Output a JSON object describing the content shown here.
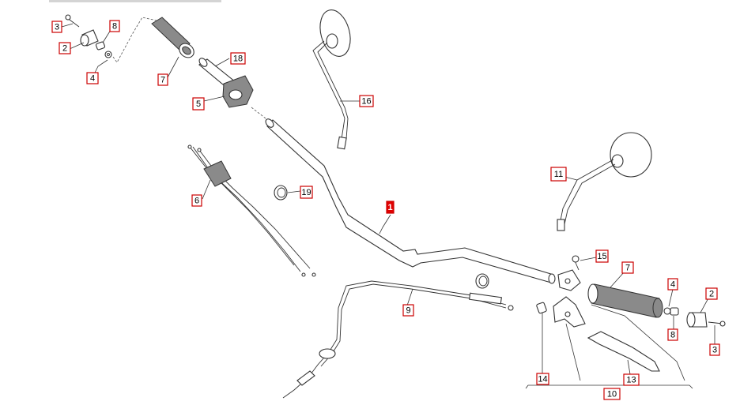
{
  "callouts": [
    {
      "id": "p1",
      "text": "1",
      "active": true
    },
    {
      "id": "p2-left",
      "text": "2",
      "active": false
    },
    {
      "id": "p2-right",
      "text": "2",
      "active": false
    },
    {
      "id": "p3-left",
      "text": "3",
      "active": false
    },
    {
      "id": "p3-right",
      "text": "3",
      "active": false
    },
    {
      "id": "p4-left",
      "text": "4",
      "active": false
    },
    {
      "id": "p4-right",
      "text": "4",
      "active": false
    },
    {
      "id": "p5",
      "text": "5",
      "active": false
    },
    {
      "id": "p6",
      "text": "6",
      "active": false
    },
    {
      "id": "p7-left",
      "text": "7",
      "active": false
    },
    {
      "id": "p7-right",
      "text": "7",
      "active": false
    },
    {
      "id": "p8-left",
      "text": "8",
      "active": false
    },
    {
      "id": "p8-right",
      "text": "8",
      "active": false
    },
    {
      "id": "p9",
      "text": "9",
      "active": false
    },
    {
      "id": "p10",
      "text": "10",
      "active": false
    },
    {
      "id": "p11",
      "text": "11",
      "active": false
    },
    {
      "id": "p13",
      "text": "13",
      "active": false
    },
    {
      "id": "p14",
      "text": "14",
      "active": false
    },
    {
      "id": "p15",
      "text": "15",
      "active": false
    },
    {
      "id": "p16",
      "text": "16",
      "active": false
    },
    {
      "id": "p18",
      "text": "18",
      "active": false
    },
    {
      "id": "p19",
      "text": "19",
      "active": false
    }
  ],
  "colors": {
    "callout_border": "#cc0000",
    "callout_active_fill": "#e00000",
    "line": "#333333",
    "grip": "#8a8a8a"
  }
}
